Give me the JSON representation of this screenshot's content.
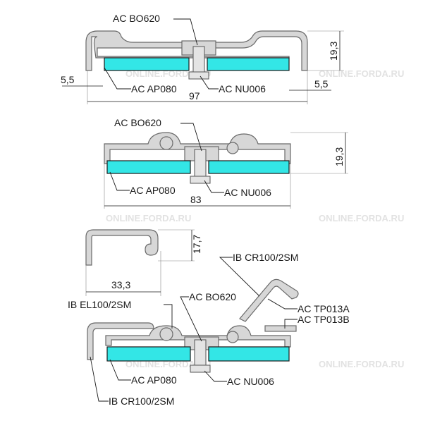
{
  "watermark": "ONLINE.FORDA.RU",
  "section1": {
    "label_top": "AC BO620",
    "label_gasket": "AC AP080",
    "label_nut": "AC NU006",
    "dim_height": "19,3",
    "dim_left": "5,5",
    "dim_right": "5,5",
    "dim_width": "97"
  },
  "section2": {
    "label_top": "AC BO620",
    "label_gasket": "AC AP080",
    "label_nut": "AC NU006",
    "dim_height": "19,3",
    "dim_width": "83"
  },
  "section3": {
    "dim_height": "17,7",
    "dim_width": "33,3",
    "label_cr_top": "IB CR100/2SM",
    "label_el": "IB EL100/2SM",
    "label_bo": "AC BO620",
    "label_tpa": "AC TP013A",
    "label_tpb": "AC TP013B",
    "label_gasket": "AC AP080",
    "label_nut": "AC NU006",
    "label_cr_bottom": "IB CR100/2SM"
  }
}
